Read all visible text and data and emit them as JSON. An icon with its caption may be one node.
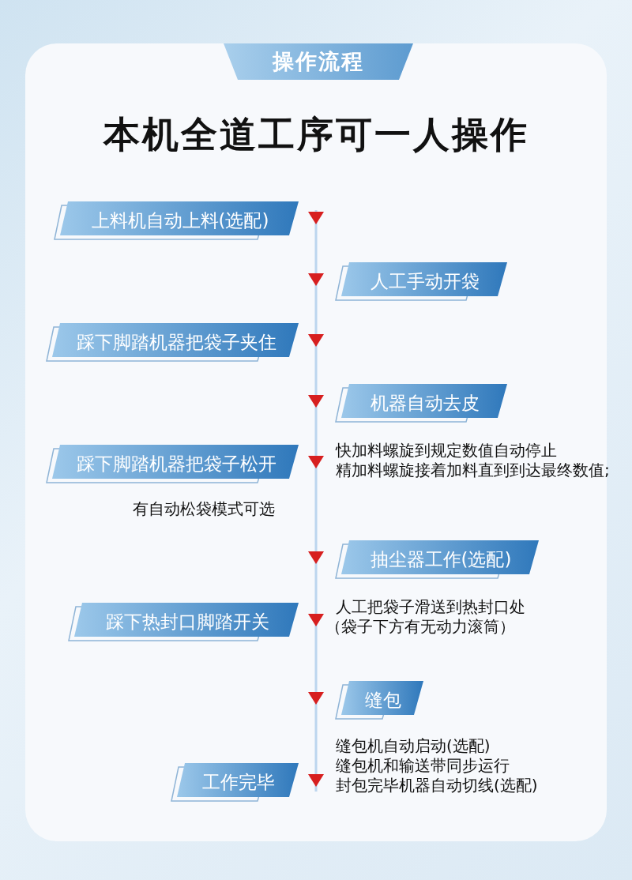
{
  "diagram": {
    "title": "本机全道工序可一人操作",
    "nodes": [
      {
        "text": [
          "操作流程"
        ]
      },
      {
        "text": [
          "上料机自动上料(选配)"
        ]
      },
      {
        "text": [
          "人工手动开袋"
        ]
      },
      {
        "text": [
          "踩下脚踏机器把袋子夹住"
        ]
      },
      {
        "text": [
          "机器自动去皮"
        ]
      },
      {
        "text": [
          "踩下脚踏机器把袋子松开"
        ],
        "beside": [
          "有自动松袋模式可选"
        ]
      },
      {
        "text": [
          "抽尘器工作(选配)"
        ]
      },
      {
        "text": [
          "踩下热封口脚踏开关"
        ]
      },
      {
        "text": [
          "缝包"
        ]
      },
      {
        "text": [
          "工作完毕"
        ]
      }
    ],
    "labels": [
      "快加料螺旋到规定数值自动停止",
      "精加料螺旋接着加料直到到达最终数值;",
      "人工把袋子滑送到热封口处",
      "（袋子下方有无动力滚筒）",
      "缝包机自动启动(选配)",
      "缝包机和输送带同步运行",
      "封包完毕机器自动切线(选配)"
    ]
  }
}
